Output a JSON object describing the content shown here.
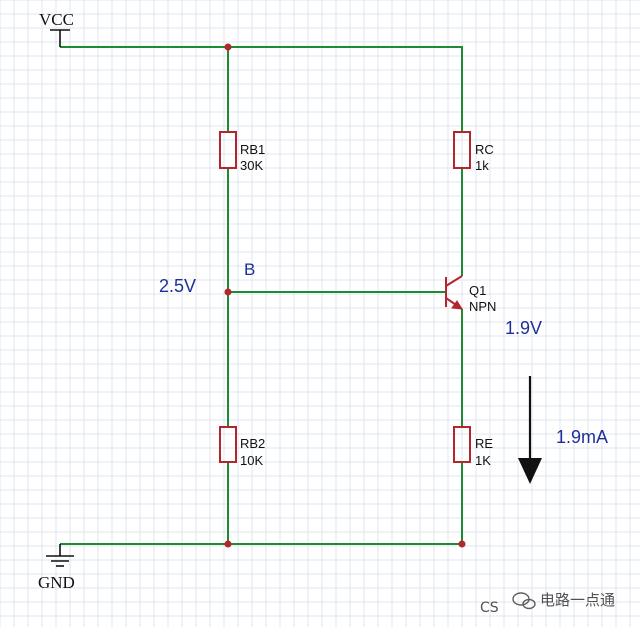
{
  "power": {
    "vcc_label": "VCC",
    "gnd_label": "GND"
  },
  "components": {
    "rb1": {
      "name": "RB1",
      "value": "30K"
    },
    "rc": {
      "name": "RC",
      "value": "1k"
    },
    "rb2": {
      "name": "RB2",
      "value": "10K"
    },
    "re": {
      "name": "RE",
      "value": "1K"
    },
    "q1": {
      "name": "Q1",
      "value": "NPN"
    }
  },
  "nodes": {
    "base_label": "B"
  },
  "annotations": {
    "base_voltage": "2.5V",
    "emitter_voltage": "1.9V",
    "emitter_current": "1.9mA"
  },
  "colors": {
    "wire": "#1e8a32",
    "component": "#b3262e",
    "junction": "#b3262e",
    "annotation": "#1f2f9a",
    "grid": "#dfe6ee"
  },
  "watermark": {
    "text": "电路一点通",
    "prefix": "CS"
  }
}
